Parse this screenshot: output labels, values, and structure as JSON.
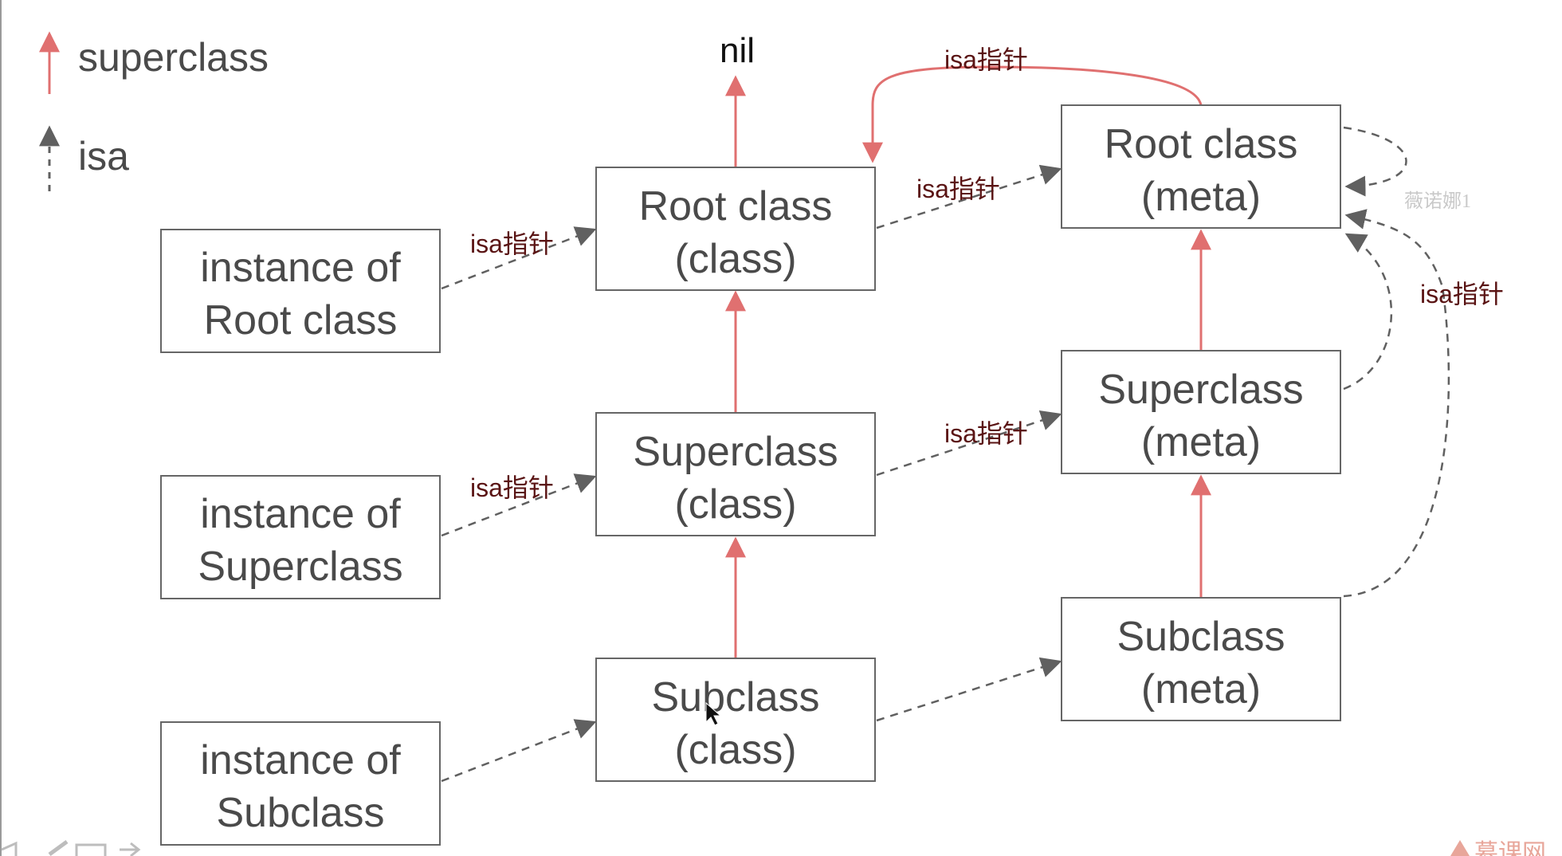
{
  "legend": [
    {
      "label": "superclass",
      "color": "#e07070",
      "style": "solid"
    },
    {
      "label": "isa",
      "color": "#606060",
      "style": "dashed"
    }
  ],
  "nil_label": "nil",
  "nodes": [
    {
      "id": "instance-root",
      "lines": [
        "instance of",
        "Root class"
      ]
    },
    {
      "id": "instance-super",
      "lines": [
        "instance of",
        "Superclass"
      ]
    },
    {
      "id": "instance-sub",
      "lines": [
        "instance of",
        "Subclass"
      ]
    },
    {
      "id": "root-class",
      "lines": [
        "Root class",
        "(class)"
      ]
    },
    {
      "id": "super-class",
      "lines": [
        "Superclass",
        "(class)"
      ]
    },
    {
      "id": "sub-class",
      "lines": [
        "Subclass",
        "(class)"
      ]
    },
    {
      "id": "root-meta",
      "lines": [
        "Root class",
        "(meta)"
      ]
    },
    {
      "id": "super-meta",
      "lines": [
        "Superclass",
        "(meta)"
      ]
    },
    {
      "id": "sub-meta",
      "lines": [
        "Subclass",
        "(meta)"
      ]
    }
  ],
  "edges": [
    {
      "from": "instance-root",
      "to": "root-class",
      "kind": "isa",
      "label": "isa指针"
    },
    {
      "from": "instance-super",
      "to": "super-class",
      "kind": "isa",
      "label": "isa指针"
    },
    {
      "from": "instance-sub",
      "to": "sub-class",
      "kind": "isa",
      "label": ""
    },
    {
      "from": "root-class",
      "to": "root-meta",
      "kind": "isa",
      "label": "isa指针"
    },
    {
      "from": "super-class",
      "to": "super-meta",
      "kind": "isa",
      "label": "isa指针"
    },
    {
      "from": "sub-class",
      "to": "sub-meta",
      "kind": "isa",
      "label": ""
    },
    {
      "from": "root-class",
      "to": "nil",
      "kind": "superclass",
      "label": ""
    },
    {
      "from": "super-class",
      "to": "root-class",
      "kind": "superclass",
      "label": ""
    },
    {
      "from": "sub-class",
      "to": "super-class",
      "kind": "superclass",
      "label": ""
    },
    {
      "from": "super-meta",
      "to": "root-meta",
      "kind": "superclass",
      "label": ""
    },
    {
      "from": "sub-meta",
      "to": "super-meta",
      "kind": "superclass",
      "label": ""
    },
    {
      "from": "root-meta",
      "to": "root-class",
      "kind": "superclass",
      "label": "isa指针"
    },
    {
      "from": "root-meta",
      "to": "root-meta",
      "kind": "isa",
      "label": ""
    },
    {
      "from": "super-meta",
      "to": "root-meta",
      "kind": "isa",
      "label": ""
    },
    {
      "from": "sub-meta",
      "to": "root-meta",
      "kind": "isa",
      "label": "isa指针"
    }
  ],
  "watermark": "薇诺娜1",
  "footer_brand": "慕课网",
  "colors": {
    "superclass": "#e07070",
    "isa": "#606060",
    "box_border": "#666666",
    "text": "#4a4a4a",
    "label": "#5a1414"
  }
}
